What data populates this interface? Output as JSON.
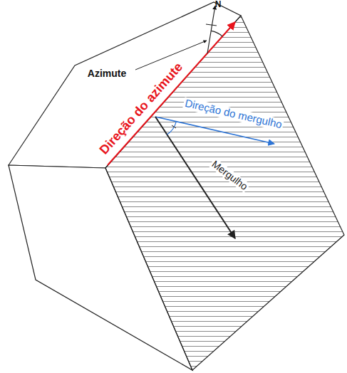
{
  "diagram": {
    "labels": [
      "N",
      "Azimute",
      "Direção do azimute",
      "Direção do mergulho",
      "Mergulho"
    ]
  }
}
